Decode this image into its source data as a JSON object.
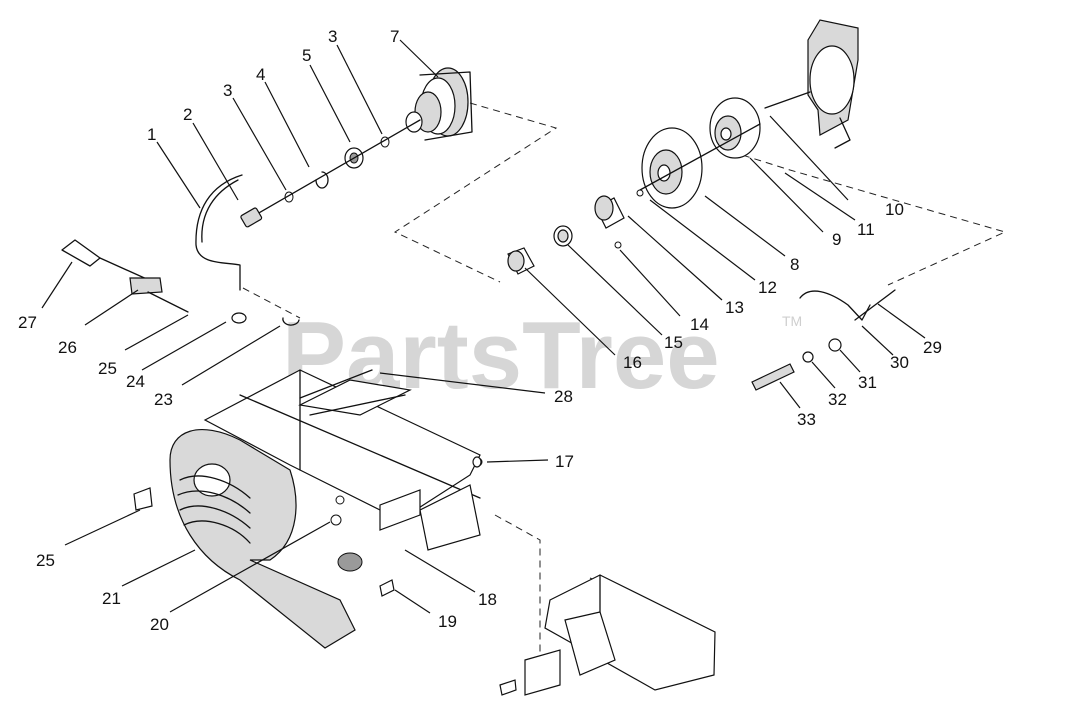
{
  "watermark": {
    "brand": "PartsTree",
    "trademark": "TM"
  },
  "callouts": [
    "1",
    "2",
    "3",
    "3",
    "4",
    "5",
    "7",
    "10",
    "11",
    "9",
    "8",
    "12",
    "13",
    "14",
    "15",
    "16",
    "27",
    "26",
    "25",
    "24",
    "23",
    "28",
    "17",
    "18",
    "19",
    "20",
    "21",
    "25",
    "29",
    "30",
    "31",
    "32",
    "33"
  ]
}
